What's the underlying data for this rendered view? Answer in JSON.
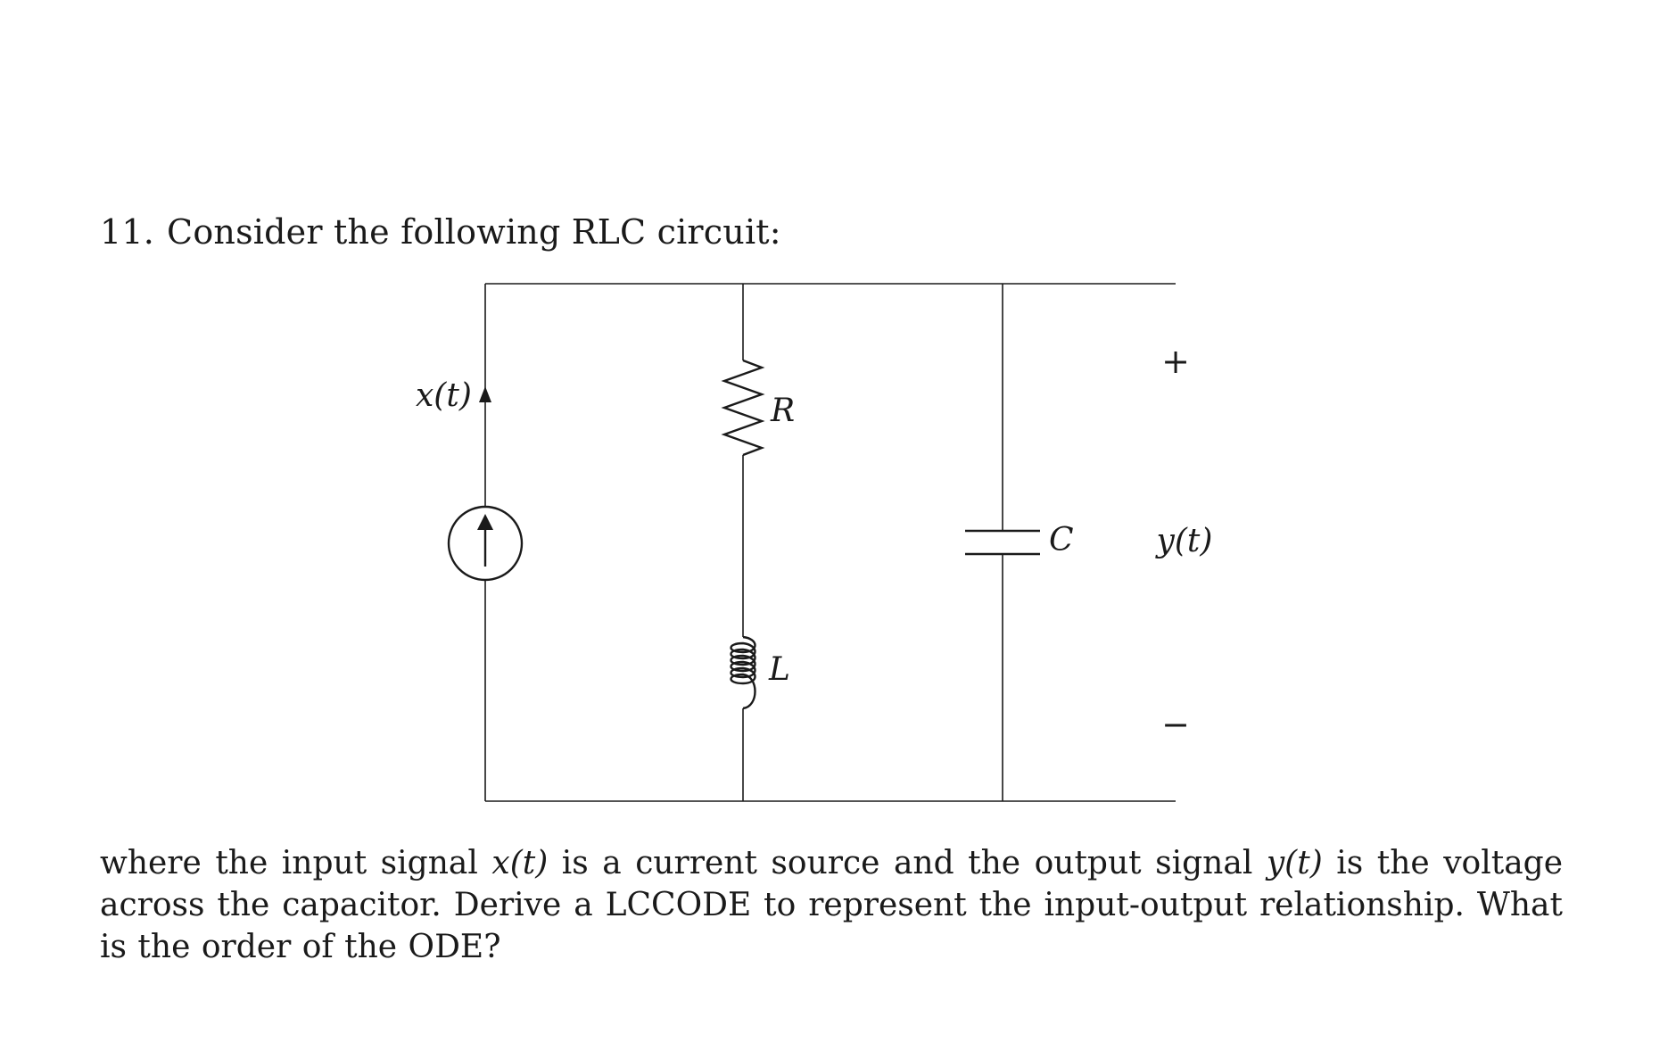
{
  "problem": {
    "number": "11.",
    "prompt": "Consider the following RLC circuit:",
    "body": [
      {
        "type": "text",
        "value": "where the input signal "
      },
      {
        "type": "math",
        "value": "x(t)"
      },
      {
        "type": "text",
        "value": " is a current source and the output signal "
      },
      {
        "type": "math",
        "value": "y(t)"
      },
      {
        "type": "text",
        "value": " is the voltage across the capacitor. Derive a LCCODE to represent the input-output relationship. What is the order of the ODE?"
      }
    ]
  },
  "circuit": {
    "source": {
      "label": "x(t)",
      "kind": "current-source",
      "arrow_direction": "up"
    },
    "resistor": {
      "label": "R"
    },
    "inductor": {
      "label": "L"
    },
    "capacitor": {
      "label": "C"
    },
    "output": {
      "label": "y(t)",
      "plus": "+",
      "minus": "−"
    }
  }
}
